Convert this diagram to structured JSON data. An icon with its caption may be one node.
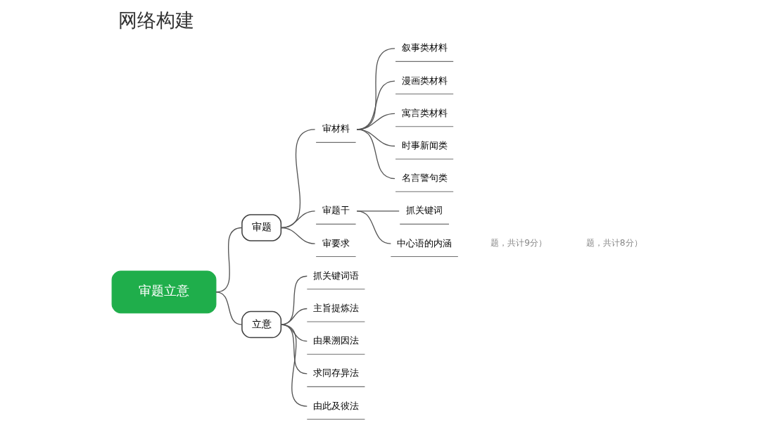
{
  "diagram": {
    "title": "网络构建",
    "nodes": [
      {
        "text": [
          "审题立意"
        ]
      },
      {
        "text": [
          "审题"
        ]
      },
      {
        "text": [
          "立意"
        ]
      },
      {
        "text": [
          "审材料"
        ]
      },
      {
        "text": [
          "审题干"
        ]
      },
      {
        "text": [
          "审要求"
        ]
      },
      {
        "text": [
          "叙事类材料"
        ]
      },
      {
        "text": [
          "漫画类材料"
        ]
      },
      {
        "text": [
          "寓言类材料"
        ]
      },
      {
        "text": [
          "时事新闻类"
        ]
      },
      {
        "text": [
          "名言警句类"
        ]
      },
      {
        "text": [
          "抓关键词"
        ]
      },
      {
        "text": [
          "中心语的内涵"
        ]
      },
      {
        "text": [
          "抓关键词语"
        ]
      },
      {
        "text": [
          "主旨提炼法"
        ]
      },
      {
        "text": [
          "由果溯因法"
        ]
      },
      {
        "text": [
          "求同存异法"
        ]
      },
      {
        "text": [
          "由此及彼法"
        ]
      }
    ],
    "edges": [
      {
        "from": 0,
        "to": 1,
        "arrow": "none"
      },
      {
        "from": 0,
        "to": 2,
        "arrow": "none"
      },
      {
        "from": 1,
        "to": 3,
        "arrow": "none"
      },
      {
        "from": 1,
        "to": 4,
        "arrow": "none"
      },
      {
        "from": 1,
        "to": 5,
        "arrow": "none"
      },
      {
        "from": 3,
        "to": 6,
        "arrow": "none"
      },
      {
        "from": 3,
        "to": 7,
        "arrow": "none"
      },
      {
        "from": 3,
        "to": 8,
        "arrow": "none"
      },
      {
        "from": 3,
        "to": 9,
        "arrow": "none"
      },
      {
        "from": 3,
        "to": 10,
        "arrow": "none"
      },
      {
        "from": 4,
        "to": 11,
        "arrow": "none"
      },
      {
        "from": 4,
        "to": 12,
        "arrow": "none"
      },
      {
        "from": 2,
        "to": 13,
        "arrow": "none"
      },
      {
        "from": 2,
        "to": 14,
        "arrow": "none"
      },
      {
        "from": 2,
        "to": 15,
        "arrow": "none"
      },
      {
        "from": 2,
        "to": 16,
        "arrow": "none"
      },
      {
        "from": 2,
        "to": 17,
        "arrow": "none"
      }
    ],
    "labels": [
      "题，共计9分）",
      "题，共计8分）"
    ]
  }
}
